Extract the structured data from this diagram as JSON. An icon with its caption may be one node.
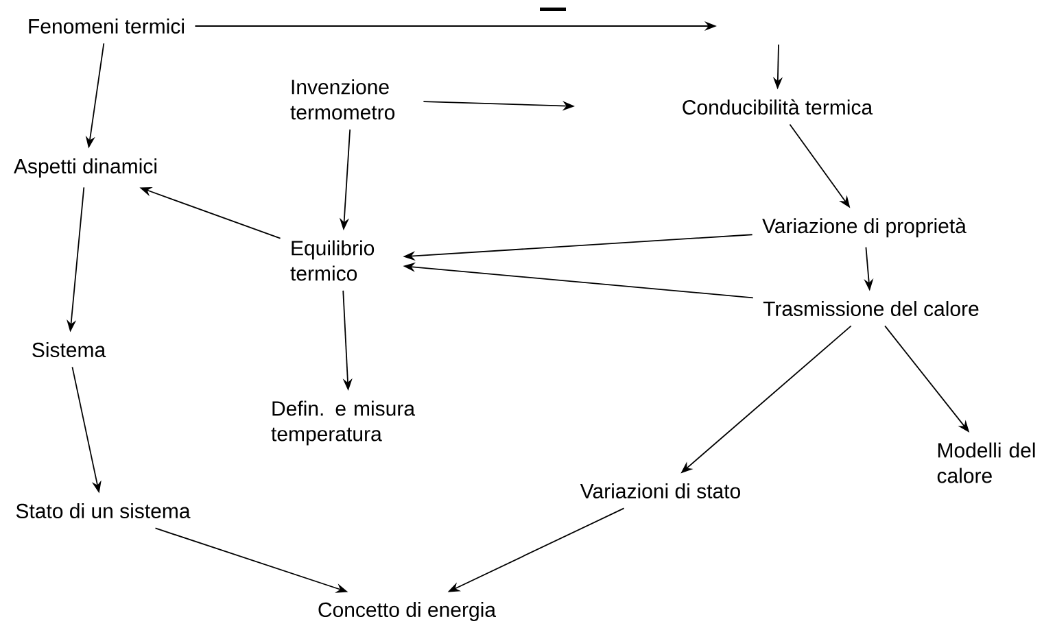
{
  "diagram": {
    "nodes": [
      {
        "text": [
          "Fenomeni termici"
        ]
      },
      {
        "text": [
          "Aspetti dinamici"
        ]
      },
      {
        "text": [
          "Invenzione termometro"
        ]
      },
      {
        "text": [
          "Conducibilità termica"
        ]
      },
      {
        "text": [
          "Equilibrio termico"
        ]
      },
      {
        "text": [
          "Variazione di proprietà"
        ]
      },
      {
        "text": [
          "Sistema"
        ]
      },
      {
        "text": [
          "Trasmissione del calore"
        ]
      },
      {
        "text": [
          "Defin. e misura temperatura"
        ]
      },
      {
        "text": [
          "Variazioni di stato"
        ]
      },
      {
        "text": [
          "Modelli del calore"
        ]
      },
      {
        "text": [
          "Stato di un sistema"
        ]
      },
      {
        "text": [
          "Concetto di energia"
        ]
      }
    ],
    "edges": [
      {
        "from": 0,
        "to": null,
        "arrow": "to"
      },
      {
        "from": null,
        "to": 3,
        "arrow": "to"
      },
      {
        "from": 0,
        "to": 1,
        "arrow": "to"
      },
      {
        "from": 2,
        "to": null,
        "arrow": "to"
      },
      {
        "from": 2,
        "to": 4,
        "arrow": "to"
      },
      {
        "from": 3,
        "to": 5,
        "arrow": "to"
      },
      {
        "from": 4,
        "to": 1,
        "arrow": "to"
      },
      {
        "from": 5,
        "to": 4,
        "arrow": "to"
      },
      {
        "from": 5,
        "to": 7,
        "arrow": "to"
      },
      {
        "from": 7,
        "to": 4,
        "arrow": "to"
      },
      {
        "from": 4,
        "to": 8,
        "arrow": "to"
      },
      {
        "from": 1,
        "to": 6,
        "arrow": "to"
      },
      {
        "from": 6,
        "to": 11,
        "arrow": "to"
      },
      {
        "from": 7,
        "to": 9,
        "arrow": "to"
      },
      {
        "from": 7,
        "to": 10,
        "arrow": "to"
      },
      {
        "from": 11,
        "to": 12,
        "arrow": "to"
      },
      {
        "from": 9,
        "to": 12,
        "arrow": "to"
      }
    ]
  }
}
